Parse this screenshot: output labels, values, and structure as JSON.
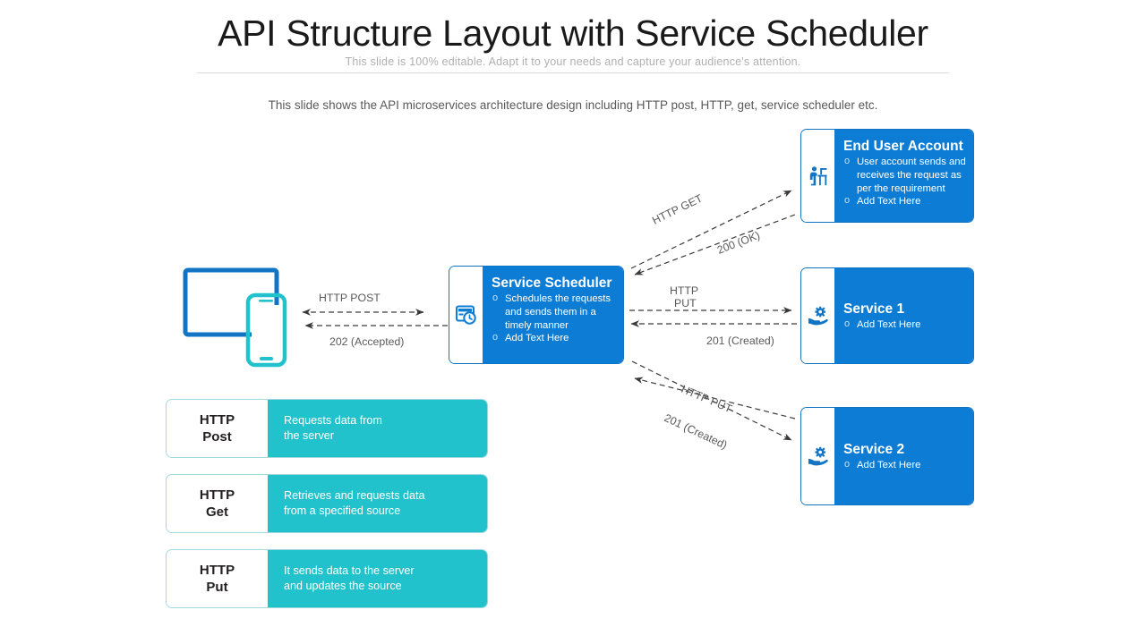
{
  "slide": {
    "title": "API Structure Layout with Service Scheduler",
    "subtitle": "This slide is 100% editable. Adapt it to your needs and capture your audience's attention.",
    "description": "This slide shows the API microservices architecture design including HTTP post, HTTP, get, service scheduler etc."
  },
  "colors": {
    "blue": "#0d7cd5",
    "blue_border": "#1274c4",
    "teal": "#21c2cb",
    "teal_border": "#9fd9dd",
    "arrow": "#3a3a3a",
    "label_text": "#5a5a5a",
    "title_text": "#1a1a1a"
  },
  "nodes": {
    "scheduler": {
      "title": "Service Scheduler",
      "icon": "calendar-clock-icon",
      "bullets": [
        "Schedules the requests and sends them in a timely manner",
        "Add Text Here"
      ]
    },
    "end_user": {
      "title": "End User Account",
      "icon": "person-at-desk-icon",
      "bullets": [
        "User account sends and receives the request as per the requirement",
        "Add Text Here"
      ]
    },
    "service1": {
      "title": "Service 1",
      "icon": "hand-gear-icon",
      "bullets": [
        "Add Text Here"
      ]
    },
    "service2": {
      "title": "Service 2",
      "icon": "hand-gear-icon",
      "bullets": [
        "Add Text Here"
      ]
    }
  },
  "client_devices": {
    "monitor_icon": "monitor-icon",
    "phone_icon": "smartphone-icon"
  },
  "connections": [
    {
      "id": "post",
      "request": "HTTP POST",
      "response": "202 (Accepted)"
    },
    {
      "id": "get",
      "request": "HTTP GET",
      "response": "200 (OK)"
    },
    {
      "id": "put-top",
      "request": "HTTP\nPUT",
      "request_line1": "HTTP",
      "request_line2": "PUT",
      "response": "201 (Created)"
    },
    {
      "id": "put-bottom",
      "request": "HTTP PUT",
      "response": "201 (Created)"
    }
  ],
  "legend": [
    {
      "key_line1": "HTTP",
      "key_line2": "Post",
      "desc_line1": "Requests data from",
      "desc_line2": "the server"
    },
    {
      "key_line1": "HTTP",
      "key_line2": "Get",
      "desc_line1": "Retrieves and requests data",
      "desc_line2": "from a specified source"
    },
    {
      "key_line1": "HTTP",
      "key_line2": "Put",
      "desc_line1": "It sends data to the server",
      "desc_line2": "and updates the source"
    }
  ]
}
